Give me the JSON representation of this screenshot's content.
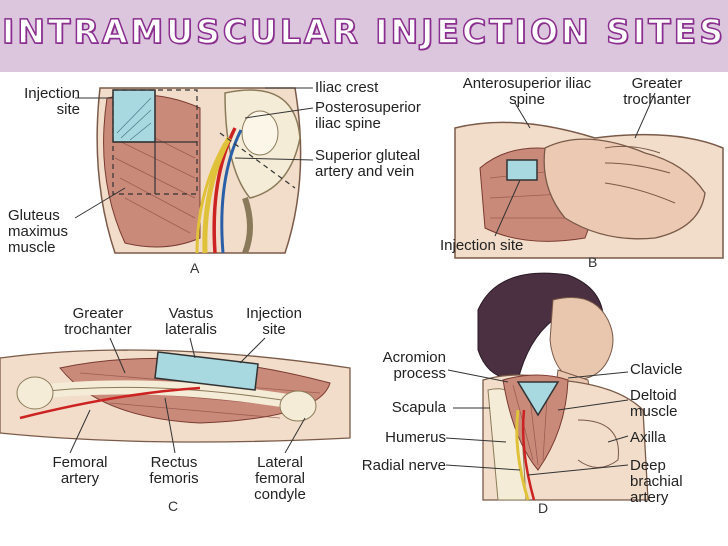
{
  "title": "INTRAMUSCULAR  INJECTION  SITES",
  "colors": {
    "title_bar": "#dcc6de",
    "title_text": "#8a2f8f",
    "muscle": "#c98a7a",
    "injection_area": "#a8d8e0",
    "skin": "#f1ddc9",
    "bone": "#f4ecd6",
    "artery": "#cc2222",
    "nerve": "#e0c23a",
    "vein": "#2a5fa8"
  },
  "panel_a": {
    "letter": "A",
    "labels": {
      "injection_site": "Injection site",
      "gluteus_maximus": "Gluteus maximus muscle",
      "iliac_crest": "Iliac crest",
      "posterosuperior": "Posterosuperior iliac spine",
      "superior_gluteal": "Superior gluteal artery and vein"
    }
  },
  "panel_b": {
    "letter": "B",
    "labels": {
      "anterosuperior": "Anterosuperior iliac spine",
      "greater_trochanter": "Greater trochanter",
      "injection_site": "Injection site"
    }
  },
  "panel_c": {
    "letter": "C",
    "labels": {
      "greater_trochanter": "Greater trochanter",
      "vastus_lateralis": "Vastus lateralis",
      "injection_site": "Injection site",
      "femoral_artery": "Femoral artery",
      "rectus_femoris": "Rectus femoris",
      "lateral_femoral_condyle": "Lateral femoral condyle"
    }
  },
  "panel_d": {
    "letter": "D",
    "labels": {
      "acromion": "Acromion process",
      "scapula": "Scapula",
      "humerus": "Humerus",
      "radial_nerve": "Radial nerve",
      "clavicle": "Clavicle",
      "deltoid": "Deltoid muscle",
      "axilla": "Axilla",
      "deep_brachial": "Deep brachial artery"
    }
  }
}
